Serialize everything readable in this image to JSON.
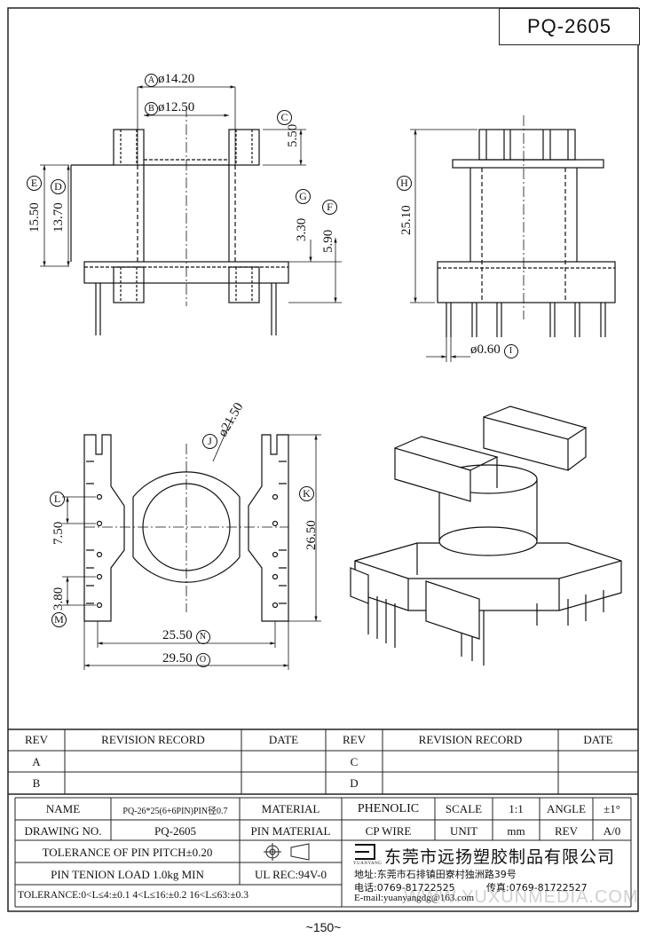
{
  "part_number": "PQ-2605",
  "page_number": "~150~",
  "watermark": "WWW.YUXUNMEDIA.COM",
  "dimensions": {
    "A": {
      "letter": "A",
      "value": "ø14.20"
    },
    "B": {
      "letter": "B",
      "value": "ø12.50"
    },
    "C": {
      "letter": "C",
      "value": "5.50"
    },
    "D": {
      "letter": "D",
      "value": "13.70"
    },
    "E": {
      "letter": "E",
      "value": "15.50"
    },
    "F": {
      "letter": "F",
      "value": "5.90"
    },
    "G": {
      "letter": "G",
      "value": "3.30"
    },
    "H": {
      "letter": "H",
      "value": "25.10"
    },
    "I": {
      "letter": "I",
      "value": "ø0.60"
    },
    "J": {
      "letter": "J",
      "value": "ø21.50"
    },
    "K": {
      "letter": "K",
      "value": "26.50"
    },
    "L": {
      "letter": "L",
      "value": "7.50"
    },
    "M": {
      "letter": "M",
      "value": "3.80"
    },
    "N": {
      "letter": "N",
      "value": "25.50"
    },
    "O": {
      "letter": "O",
      "value": "29.50"
    }
  },
  "revision": {
    "headers": [
      "REV",
      "REVISION RECORD",
      "DATE",
      "REV",
      "REVISION RECORD",
      "DATE"
    ],
    "rows": [
      [
        "A",
        "",
        "",
        "C",
        "",
        ""
      ],
      [
        "B",
        "",
        "",
        "D",
        "",
        ""
      ]
    ]
  },
  "titleblock": {
    "name_label": "NAME",
    "name_value": "PQ-26*25(6+6PIN)PIN径0.7",
    "material_label": "MATERIAL",
    "material_value": "PHENOLIC",
    "scale_label": "SCALE",
    "scale_value": "1:1",
    "angle_label": "ANGLE",
    "angle_value": "±1°",
    "drawing_no_label": "DRAWING NO.",
    "drawing_no_value": "PQ-2605",
    "pin_material_label": "PIN MATERIAL",
    "pin_material_value": "CP WIRE",
    "unit_label": "UNIT",
    "unit_value": "mm",
    "rev_label": "REV",
    "rev_value": "A/0",
    "tolerance_pitch": "TOLERANCE OF PIN PITCH±0.20",
    "pin_tension": "PIN TENION LOAD 1.0kg MIN",
    "ul_rec": "UL REC:94V-0",
    "tolerance_general": "TOLERANCE:0<L≤4:±0.1  4<L≤16:±0.2  16<L≤63:±0.3",
    "company_name": "东莞市远扬塑胶制品有限公司",
    "logo_text": "YUANYANG",
    "address": "地址:东莞市石排镇田寮村独洲路39号",
    "phone": "电话:0769-81722525",
    "fax": "传真:0769-81722527",
    "email": "E-mail:yuanyangdg@163.com"
  }
}
